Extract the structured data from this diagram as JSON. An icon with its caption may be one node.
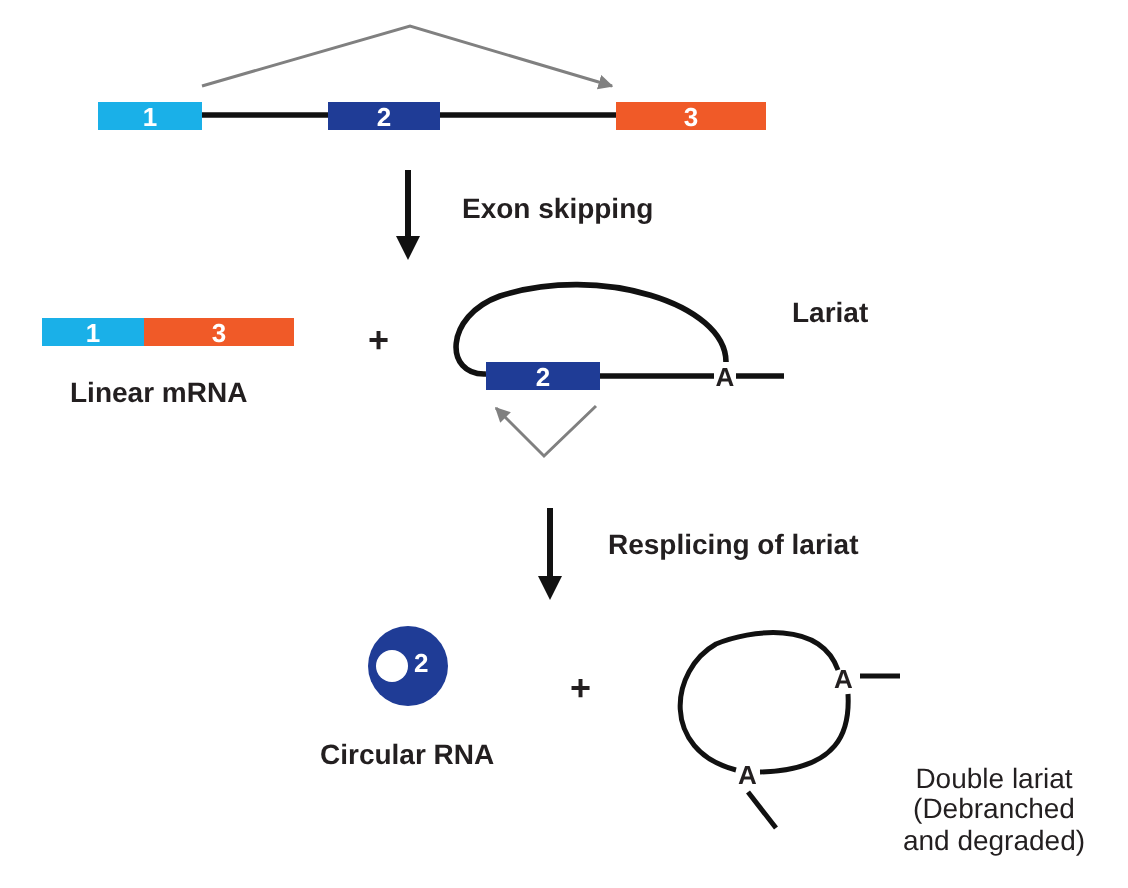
{
  "diagram": {
    "nodes": [
      {
        "text": [
          "1"
        ]
      },
      {
        "text": [
          "2"
        ]
      },
      {
        "text": [
          "3"
        ]
      },
      {
        "text": [
          "1"
        ]
      },
      {
        "text": [
          "3"
        ]
      },
      {
        "text": [
          "2"
        ]
      },
      {
        "text": [
          "2"
        ]
      },
      {
        "text": [
          "A"
        ]
      }
    ],
    "edges": [
      {
        "from": 0,
        "to": 2,
        "arrow": "to",
        "color": "#808080"
      },
      {
        "from": 5,
        "to": 5,
        "arrow": "to",
        "color": "#808080"
      },
      {
        "from": 0,
        "to": 1,
        "arrow": "none"
      },
      {
        "from": 1,
        "to": 2,
        "arrow": "none"
      },
      {
        "from": 5,
        "to": 7,
        "arrow": "none"
      },
      {
        "from": 5,
        "to": 7,
        "arrow": "none"
      },
      {
        "from": 7,
        "to": null,
        "arrow": "none"
      }
    ],
    "labels": [
      "Exon skipping",
      "Linear mRNA",
      "+",
      "Lariat",
      "Resplicing of lariat",
      "Circular RNA",
      "+",
      "A",
      "A",
      "Double lariat (Debranched and degraded)"
    ]
  }
}
